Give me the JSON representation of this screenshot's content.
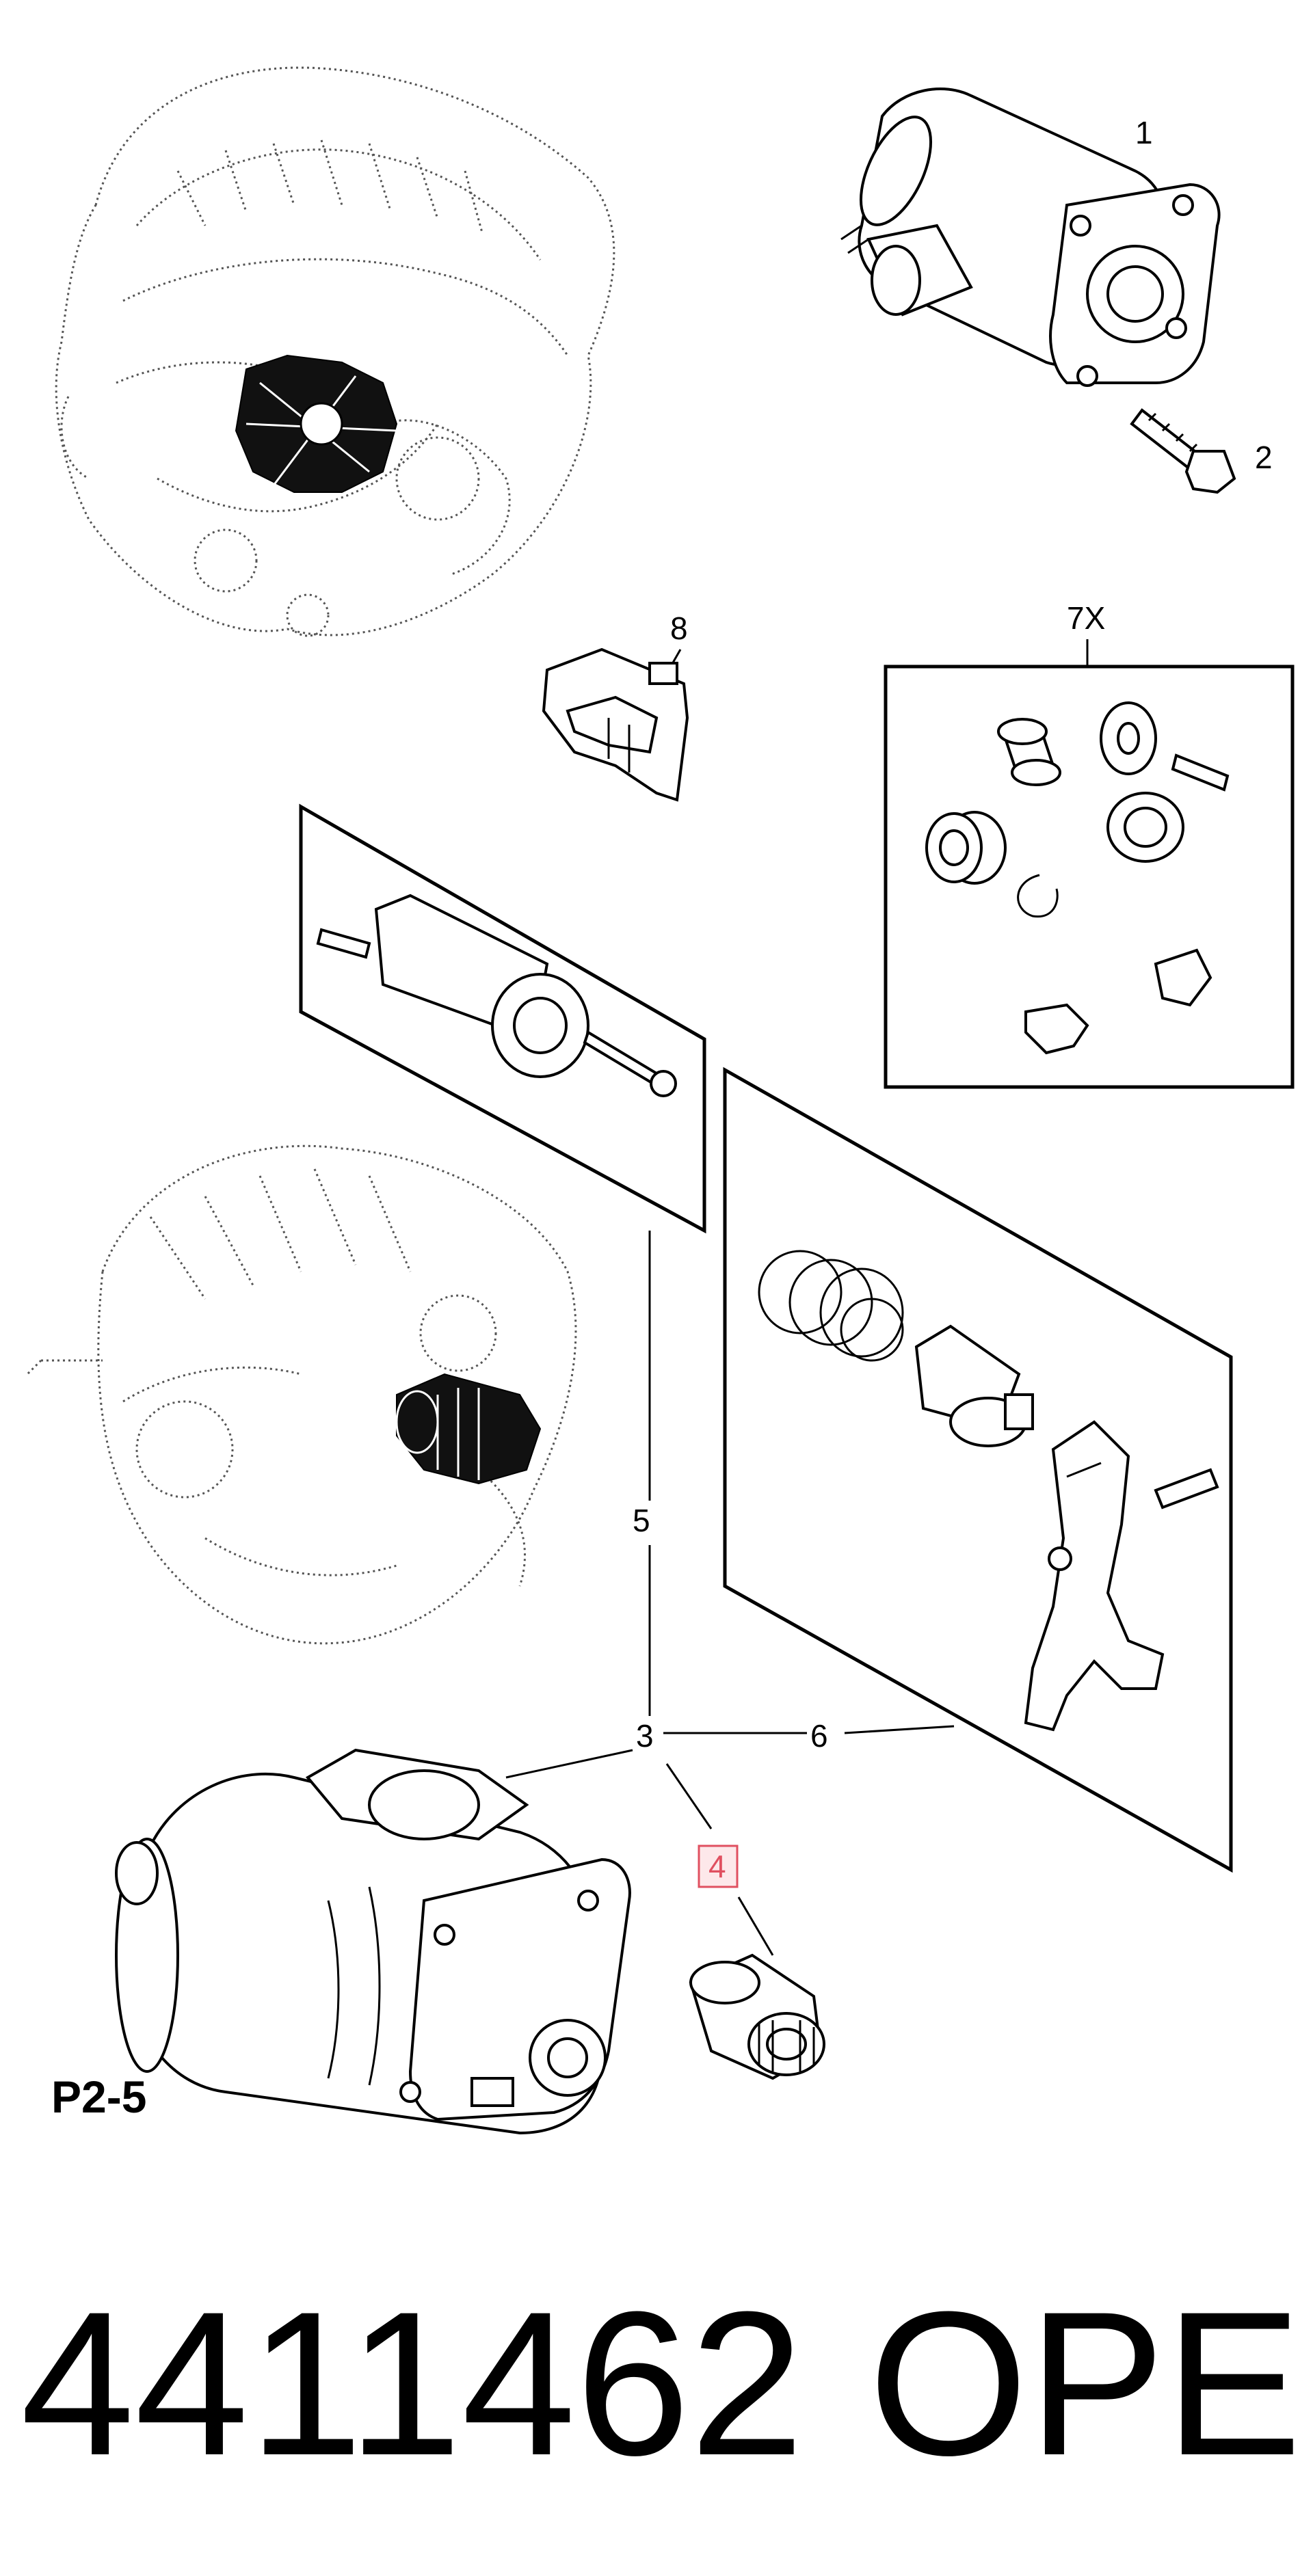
{
  "diagram": {
    "callouts": {
      "c1": "1",
      "c2": "2",
      "c3": "3",
      "c4": "4",
      "c5": "5",
      "c6": "6",
      "c7": "7X",
      "c8": "8"
    },
    "view_code": "P2-5",
    "highlight_color": "#e05060"
  },
  "footer": {
    "part_number": "4411462",
    "brand": "OPEL"
  }
}
